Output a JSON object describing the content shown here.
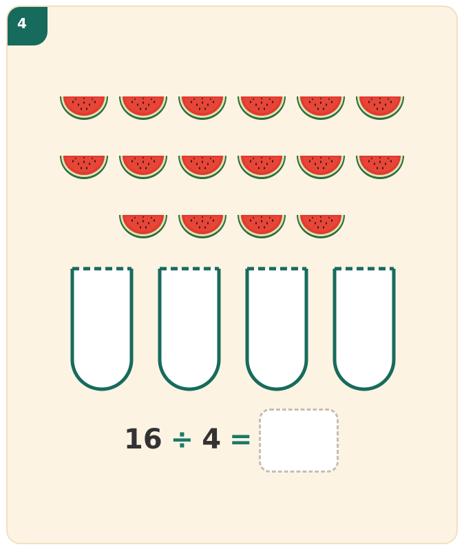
{
  "problem_number": "4",
  "watermelon_rows": [
    6,
    6,
    4
  ],
  "equation": {
    "dividend": "16",
    "divide_sign": "÷",
    "divisor": "4",
    "equals_sign": "="
  },
  "bins_count": 4,
  "answer_value": "",
  "colors": {
    "card_bg": "#fcf3e3",
    "card_border": "#f0e1c2",
    "accent_green": "#176b5c",
    "answer_border": "#c8bdaf",
    "text_dark": "#333333"
  }
}
